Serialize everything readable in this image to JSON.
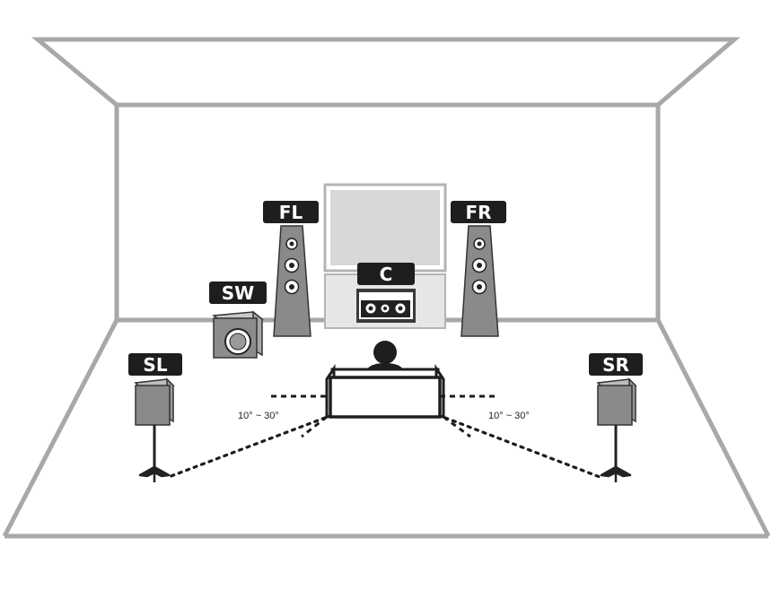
{
  "speakers": {
    "fl": "FL",
    "fr": "FR",
    "c": "C",
    "sw": "SW",
    "sl": "SL",
    "sr": "SR"
  },
  "angles": {
    "left": "10° ~ 30°",
    "right": "10° ~ 30°"
  },
  "colors": {
    "wall": "#a8a8a8",
    "speaker": "#8a8a8a",
    "label_bg": "#1e1e1e",
    "label_text": "#ffffff",
    "line": "#1c1c1c"
  }
}
